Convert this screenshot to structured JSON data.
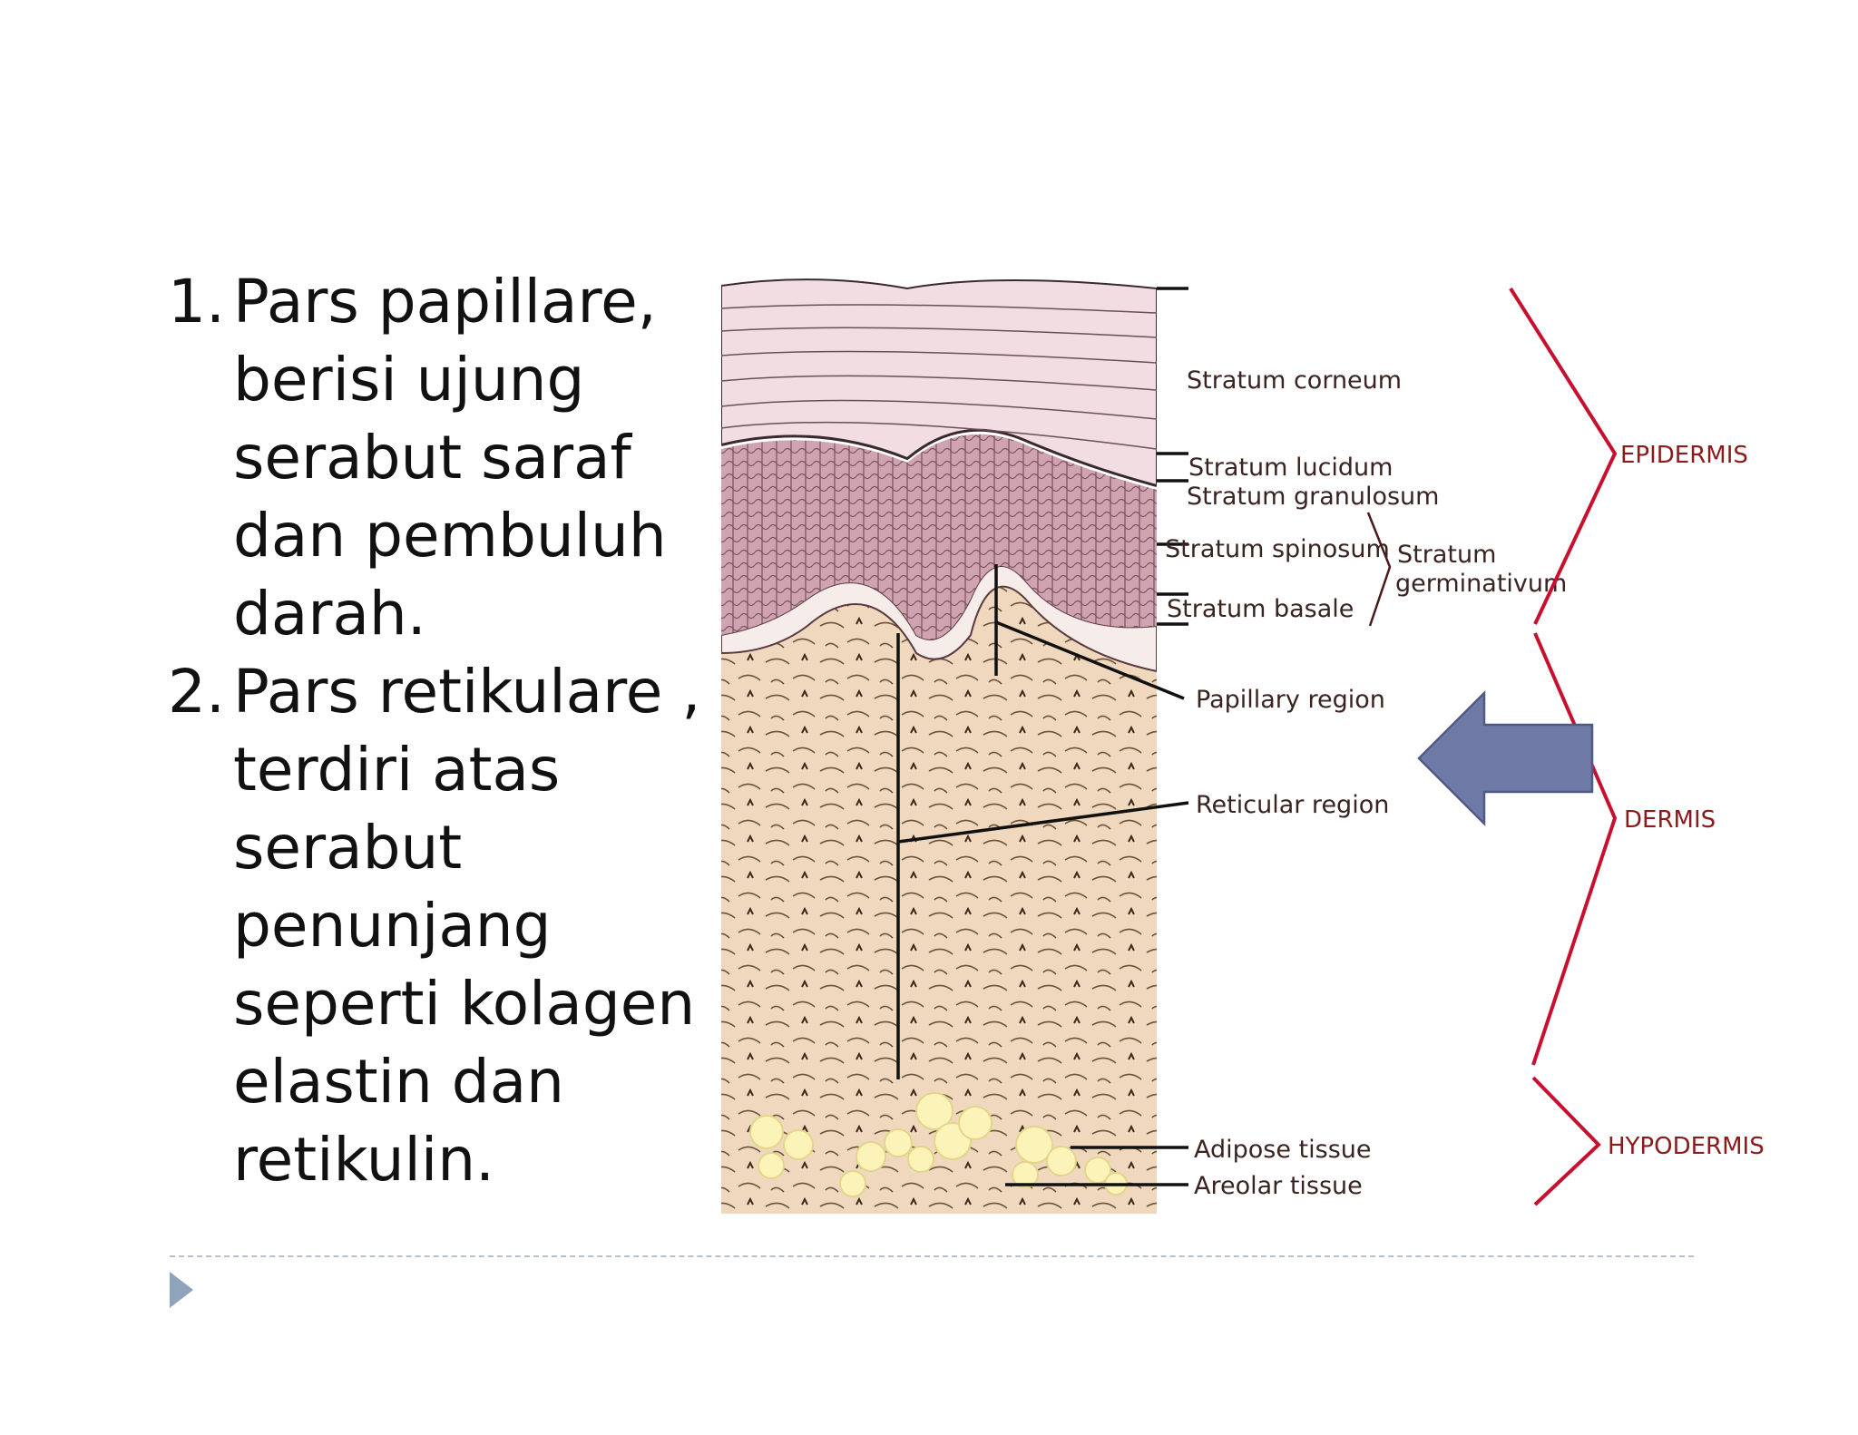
{
  "list": [
    {
      "num": "1.",
      "text": "Pars papillare, berisi ujung serabut saraf dan pembuluh darah."
    },
    {
      "num": "2.",
      "text": "Pars retikulare , terdiri atas serabut penunjang seperti kolagen elastin dan retikulin."
    }
  ],
  "diagram": {
    "labels": {
      "stratum_corneum": "Stratum corneum",
      "stratum_lucidum": "Stratum lucidum",
      "stratum_granulosum": "Stratum granulosum",
      "stratum_spinosum": "Stratum spinosum",
      "stratum_germinativum_1": "Stratum",
      "stratum_germinativum_2": "germinativum",
      "stratum_basale": "Stratum basale",
      "papillary_region": "Papillary region",
      "reticular_region": "Reticular region",
      "adipose_tissue": "Adipose tissue",
      "areolar_tissue": "Areolar tissue"
    },
    "groups": {
      "epidermis": "EPIDERMIS",
      "dermis": "DERMIS",
      "hypodermis": "HYPODERMIS"
    },
    "colors": {
      "bracket": "#c8102e",
      "arrow_fill": "#6f7aa6",
      "arrow_stroke": "#4f5a86",
      "corneum": "#f2dde3",
      "epidermis_cells": "#c79aa8",
      "dermis": "#efd8bd",
      "fat": "#fbf3b8"
    }
  }
}
